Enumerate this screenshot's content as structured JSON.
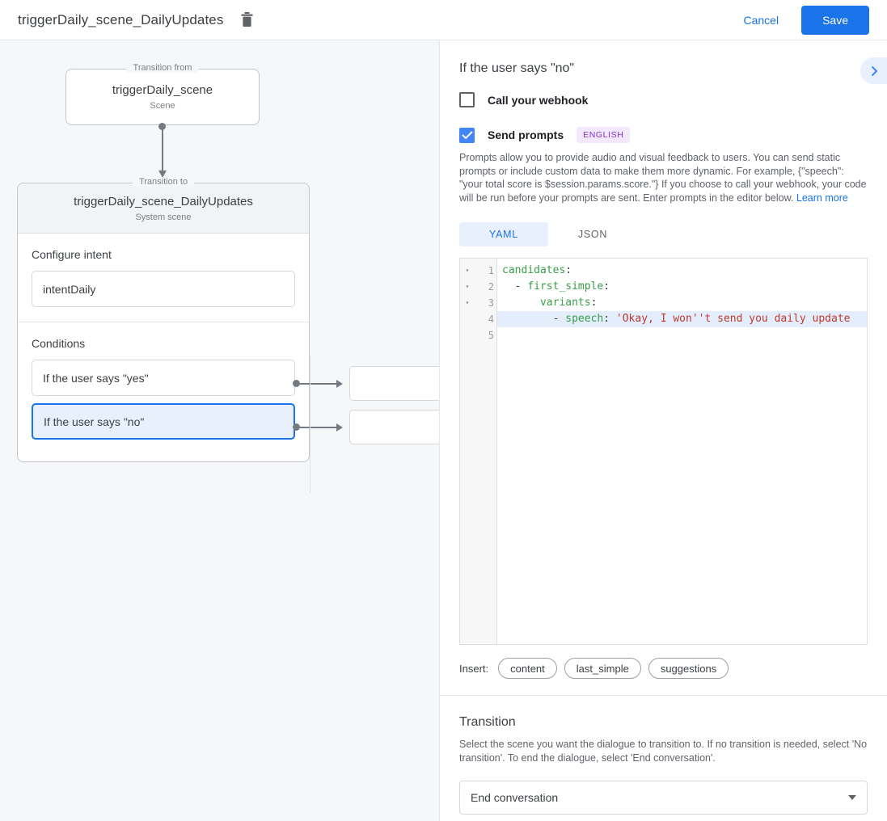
{
  "topbar": {
    "title": "triggerDaily_scene_DailyUpdates",
    "delete_icon": "trash-icon",
    "cancel_label": "Cancel",
    "save_label": "Save",
    "save_color": "#1a73e8"
  },
  "canvas": {
    "from_group": {
      "legend": "Transition from",
      "title": "triggerDaily_scene",
      "subtitle": "Scene"
    },
    "to_group": {
      "legend": "Transition to",
      "title": "triggerDaily_scene_DailyUpdates",
      "subtitle": "System scene",
      "intent_section": {
        "label": "Configure intent",
        "value": "intentDaily"
      },
      "conditions_section": {
        "label": "Conditions",
        "items": [
          {
            "text": "If the user says \"yes\"",
            "selected": false
          },
          {
            "text": "If the user says \"no\"",
            "selected": true
          }
        ]
      }
    },
    "selected_color": "#1a73e8",
    "selected_fill": "#e8f0fe"
  },
  "panel": {
    "title": "If the user says \"no\"",
    "collapse_icon": "chevron-right-icon",
    "webhook": {
      "label": "Call your webhook",
      "checked": false
    },
    "prompts": {
      "label": "Send prompts",
      "checked": true,
      "badge": "ENGLISH",
      "badge_bg": "#f3e8fd",
      "badge_fg": "#8430ce",
      "description": "Prompts allow you to provide audio and visual feedback to users. You can send static prompts or include custom data to make them more dynamic. For example, {\"speech\": \"your total score is $session.params.score.\"} If you choose to call your webhook, your code will be run before your prompts are sent. Enter prompts in the editor below.",
      "learn_more": "Learn more"
    },
    "editor": {
      "tabs": [
        {
          "label": "YAML",
          "active": true
        },
        {
          "label": "JSON",
          "active": false
        }
      ],
      "lines": [
        {
          "num": "1",
          "fold": "▾",
          "highlighted": false,
          "segments": [
            {
              "text": "candidates",
              "type": "key"
            },
            {
              "text": ":",
              "type": "plain"
            }
          ]
        },
        {
          "num": "2",
          "fold": "▾",
          "highlighted": false,
          "segments": [
            {
              "text": "  - ",
              "type": "plain"
            },
            {
              "text": "first_simple",
              "type": "key"
            },
            {
              "text": ":",
              "type": "plain"
            }
          ]
        },
        {
          "num": "3",
          "fold": "▾",
          "highlighted": false,
          "segments": [
            {
              "text": "      ",
              "type": "plain"
            },
            {
              "text": "variants",
              "type": "key"
            },
            {
              "text": ":",
              "type": "plain"
            }
          ]
        },
        {
          "num": "4",
          "fold": "",
          "highlighted": true,
          "segments": [
            {
              "text": "        - ",
              "type": "plain"
            },
            {
              "text": "speech",
              "type": "key"
            },
            {
              "text": ": ",
              "type": "plain"
            },
            {
              "text": "'Okay, I won''t send you daily update",
              "type": "str"
            }
          ]
        },
        {
          "num": "5",
          "fold": "",
          "highlighted": false,
          "segments": []
        }
      ]
    },
    "insert": {
      "label": "Insert:",
      "chips": [
        "content",
        "last_simple",
        "suggestions"
      ]
    },
    "transition": {
      "title": "Transition",
      "description": "Select the scene you want the dialogue to transition to. If no transition is needed, select 'No transition'. To end the dialogue, select 'End conversation'.",
      "selected": "End conversation"
    }
  }
}
